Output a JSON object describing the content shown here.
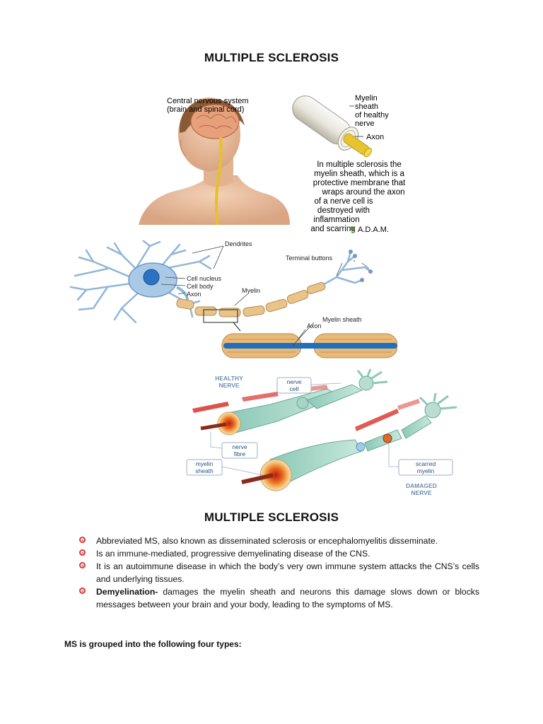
{
  "title_top": "MULTIPLE SCLEROSIS",
  "figure1": {
    "cns_label_line1": "Central nervous system",
    "cns_label_line2": "(brain and spinal cord)",
    "myelin_label_line1": "Myelin",
    "myelin_label_line2": "sheath",
    "myelin_label_line3": "of healthy",
    "myelin_label_line4": "nerve",
    "axon_label": "Axon",
    "caption_line1": "In multiple sclerosis the",
    "caption_line2": "myelin sheath, which is a",
    "caption_line3": "protective membrane that",
    "caption_line4": "wraps around the axon",
    "caption_line5": "of a nerve cell is",
    "caption_line6": "destroyed with",
    "caption_line7": "inflammation",
    "caption_line8": "and scarring",
    "logo": "A.D.A.M."
  },
  "figure2": {
    "dendrites": "Dendrites",
    "terminal_buttons": "Terminal buttons",
    "cell_nucleus": "Cell nucleus",
    "cell_body": "Cell body",
    "axon": "Axon",
    "myelin": "Myelin",
    "myelin_sheath": "Myelin sheath",
    "axon_zoom": "Axon"
  },
  "figure3": {
    "healthy_line1": "HEALTHY",
    "healthy_line2": "NERVE",
    "nerve_cell_line1": "nerve",
    "nerve_cell_line2": "cell",
    "nerve_fibre_line1": "nerve",
    "nerve_fibre_line2": "fibre",
    "myelin_sheath_line1": "myelin",
    "myelin_sheath_line2": "sheath",
    "scarred_line1": "scarred",
    "scarred_line2": "myelin",
    "damaged_line1": "DAMAGED",
    "damaged_line2": "NERVE"
  },
  "title_mid": "MULTIPLE SCLEROSIS",
  "bullets": [
    {
      "bold": "",
      "text": "Abbreviated MS, also known as disseminated sclerosis or encephalomyelitis disseminate."
    },
    {
      "bold": "",
      "text": "Is an immune-mediated, progressive demyelinating disease of the CNS."
    },
    {
      "bold": "",
      "text": "It is an autoimmune disease in which the body’s very own immune system attacks the CNS’s cells and underlying tissues."
    },
    {
      "bold": "Demyelination-",
      "text": " damages the myelin sheath and neurons this damage slows down or blocks messages between your brain and your body, leading to the symptoms of MS."
    }
  ],
  "types_heading": "MS is grouped into the following four types:",
  "colors": {
    "bullet": "#dd3333",
    "myelin": "#e8c48a",
    "axon_blue": "#1f6fc0",
    "neuron_blue": "#8fb6d9"
  }
}
